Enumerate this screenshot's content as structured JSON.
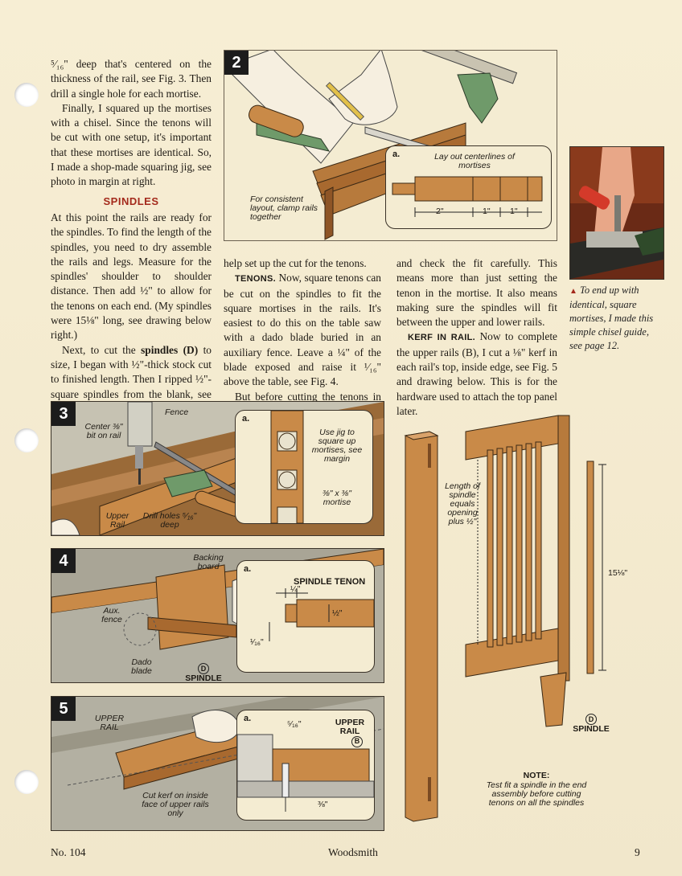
{
  "col1": {
    "p1": "⁵⁄₁₆\" deep that's centered on the thickness of the rail, see Fig. 3. Then drill a single hole for each mortise.",
    "p2": "Finally, I squared up the mortises with a chisel. Since the tenons will be cut with one setup, it's important that these mortises are identical. So, I made a shop-made squaring jig, see photo in margin at right.",
    "heading": "SPINDLES",
    "p3": "At this point the rails are ready for the spindles. To find the length of the spindles, you need to dry assemble the rails and legs. Measure for the spindles' shoulder to shoulder distance. Then add ½\" to allow for the tenons on each end. (My spindles were 15⅛\" long, see drawing below right.)",
    "p4a": "Next, to cut the ",
    "p4b": "spindles (D)",
    "p4c": " to size, I began with ½\"-thick stock cut to finished length. Then I ripped ½\"-square spindles from the blank, see drawing below right. Note: It's a good idea to make a few extra spindles to"
  },
  "col2": {
    "p1": "help set up the cut for the tenons.",
    "lead": "TENONS.",
    "p2": " Now, square tenons can be cut on the spindles to fit the square mortises in the rails. It's easiest to do this on the table saw with a dado blade buried in an auxiliary fence. Leave a ¼\" of the blade exposed and raise it ¹⁄₁₆\" above the table, see Fig. 4.",
    "p3": "But before cutting the tenons in all the pieces, start with the test piece"
  },
  "col3": {
    "p1": "and check the fit carefully. This means more than just setting the tenon in the mortise. It also means making sure the spindles will fit between the upper and lower rails.",
    "lead": "KERF IN RAIL.",
    "p2": " Now to complete the upper rails (B), I cut a ⅛\" kerf in each rail's top, inside edge, see Fig. 5 and drawing below. This is for the hardware used to attach the top panel later."
  },
  "fig2": {
    "num": "2",
    "note": "For consistent layout, clamp rails together",
    "inset_tag": "a.",
    "inset_title": "Lay out centerlines of mortises",
    "dim1": "2\"",
    "dim2": "1\"",
    "dim3": "1\""
  },
  "margin": {
    "caption": "To end up with identical, square mortises, I made this simple chisel guide, see page 12."
  },
  "fig3": {
    "num": "3",
    "fence": "Fence",
    "center": "Center ⅜\" bit on rail",
    "upper_rail": "Upper Rail",
    "drill": "Drill holes ⁵⁄₁₆\" deep",
    "inset_tag": "a.",
    "jig": "Use jig to square up mortises, see margin",
    "mortise": "⅜\" x ⅜\" mortise"
  },
  "fig4": {
    "num": "4",
    "backing": "Backing board",
    "aux": "Aux. fence",
    "dado": "Dado blade",
    "d": "D",
    "spindle": "SPINDLE",
    "inset_tag": "a.",
    "inset_title": "SPINDLE TENON",
    "dim_q": "¼\"",
    "dim_h": "½\"",
    "dim_s": "¹⁄₁₆\""
  },
  "fig5": {
    "num": "5",
    "upper": "UPPER RAIL",
    "kerf": "Cut kerf on inside face of upper rails only",
    "inset_tag": "a.",
    "dim_a": "⁵⁄₁₆\"",
    "inset_upper": "UPPER RAIL",
    "b": "B",
    "dim_b": "⅜\""
  },
  "assembly": {
    "length": "Length of spindle equals opening plus ½\"",
    "dim": "15⅛\"",
    "d": "D",
    "spindle": "SPINDLE",
    "note_title": "NOTE:",
    "note": "Test fit a spindle in the end assembly before cutting tenons on all the spindles"
  },
  "footer": {
    "left": "No. 104",
    "center": "Woodsmith",
    "right": "9"
  }
}
